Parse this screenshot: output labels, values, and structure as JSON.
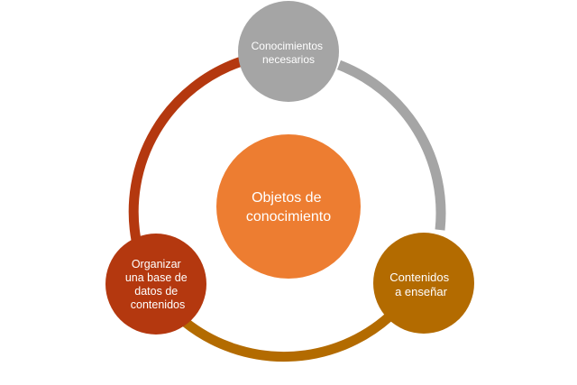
{
  "diagram": {
    "center": {
      "lines": [
        "Objetos de",
        "conocimiento"
      ],
      "color": "#ED7D31"
    },
    "nodes": [
      {
        "id": "conocimientos-necesarios",
        "lines": [
          "Conocimientos",
          "necesarios"
        ],
        "color": "#A5A5A5"
      },
      {
        "id": "contenidos-a-ensenar",
        "lines": [
          "Contenidos",
          "a enseñar"
        ],
        "color": "#B36B00"
      },
      {
        "id": "organizar-base-datos",
        "lines": [
          "Organizar",
          "una base de",
          "datos de",
          "contenidos"
        ],
        "color": "#B4380F"
      }
    ],
    "arcs": [
      {
        "from": "conocimientos-necesarios",
        "to": "contenidos-a-ensenar",
        "color": "#A5A5A5"
      },
      {
        "from": "contenidos-a-ensenar",
        "to": "organizar-base-datos",
        "color": "#B36B00"
      },
      {
        "from": "organizar-base-datos",
        "to": "conocimientos-necesarios",
        "color": "#B4380F"
      }
    ]
  }
}
